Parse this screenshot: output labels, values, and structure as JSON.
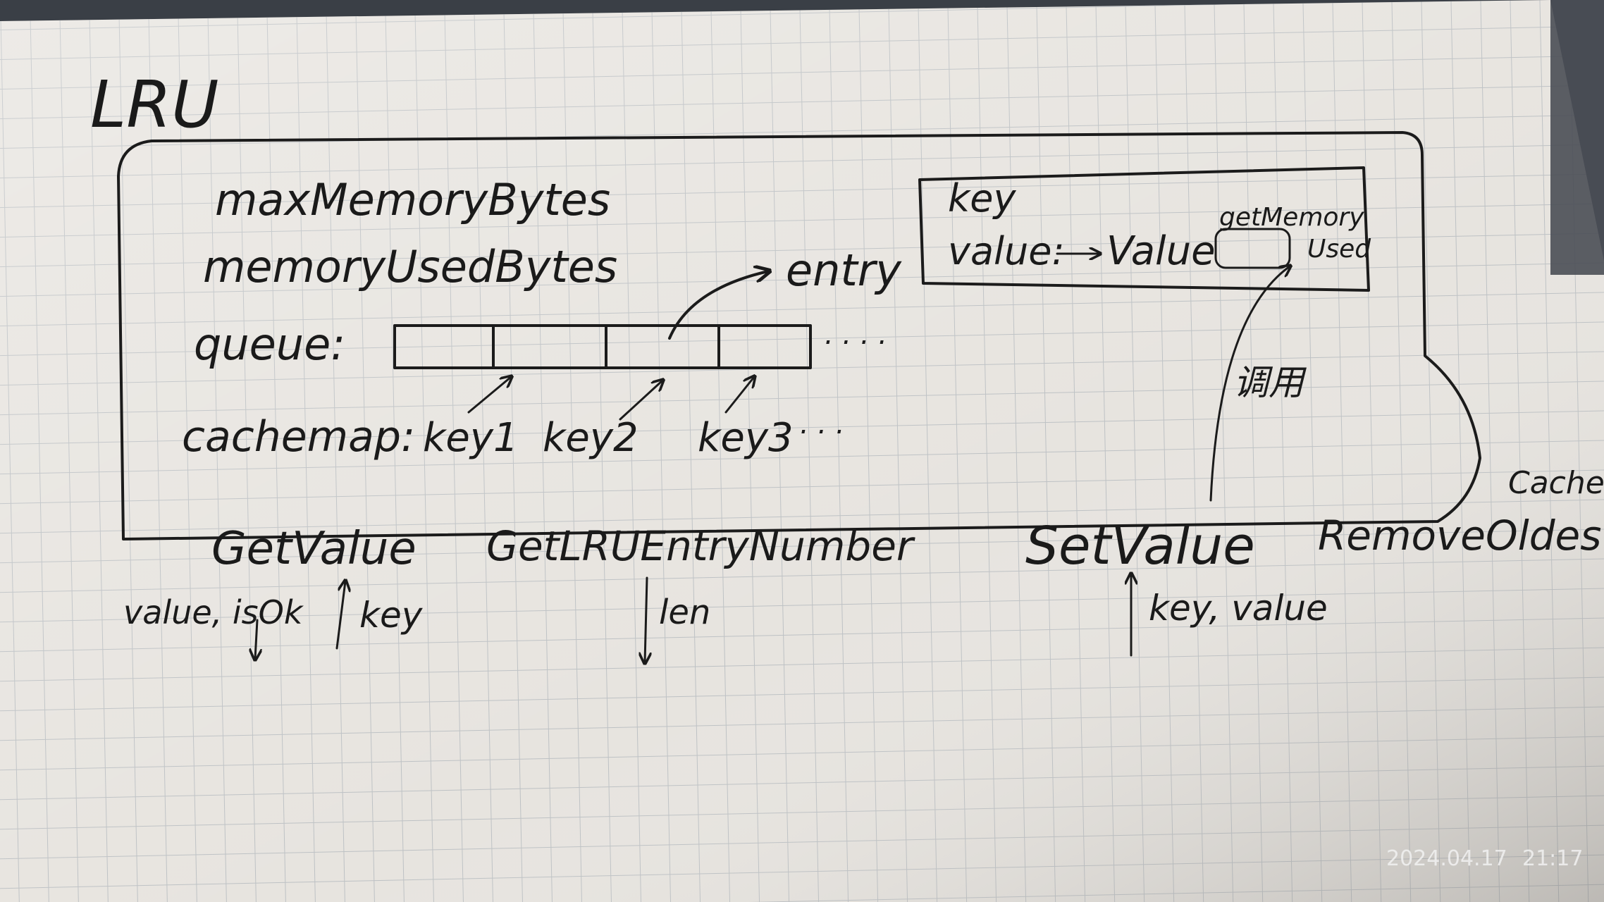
{
  "title": "LRU",
  "fields": {
    "max_memory": "maxMemoryBytes",
    "memory_used": "memoryUsedBytes",
    "queue_label": "queue:",
    "queue_ellipsis": ". . . .",
    "cachemap_label": "cachemap:",
    "keys": [
      "key1",
      "key2",
      "key3"
    ],
    "keys_ellipsis": ". . ."
  },
  "entry": {
    "label": "entry",
    "key_label": "key",
    "value_label": "value:",
    "value_type": "Value",
    "method_line1": "getMemory",
    "method_line2": "Used"
  },
  "call_note": "调用",
  "cache_label": "Cache",
  "methods": {
    "get_value": "GetValue",
    "get_lru_entry_number": "GetLRUEntryNumber",
    "set_value": "SetValue",
    "remove_oldest": "RemoveOldest"
  },
  "io": {
    "get_value_out": "value, isOk",
    "get_value_in": "key",
    "entry_number_out": "len",
    "set_value_in": "key, value"
  },
  "timestamp": {
    "date": "2024.04.17",
    "time": "21:17"
  },
  "colors": {
    "paper": "#e7e4df",
    "grid": "#9aa3ad",
    "ink": "#1b1b1b",
    "laptop": "#3a3f46"
  }
}
